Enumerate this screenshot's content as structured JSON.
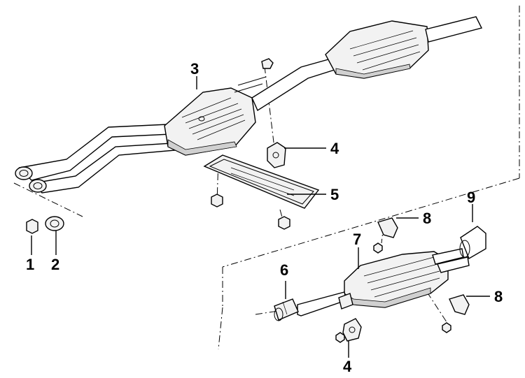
{
  "callouts": {
    "c1": "1",
    "c2": "2",
    "c3": "3",
    "c4_top": "4",
    "c5": "5",
    "c6": "6",
    "c7": "7",
    "c8_top": "8",
    "c8_bottom": "8",
    "c9": "9",
    "c4_bottom": "4"
  }
}
